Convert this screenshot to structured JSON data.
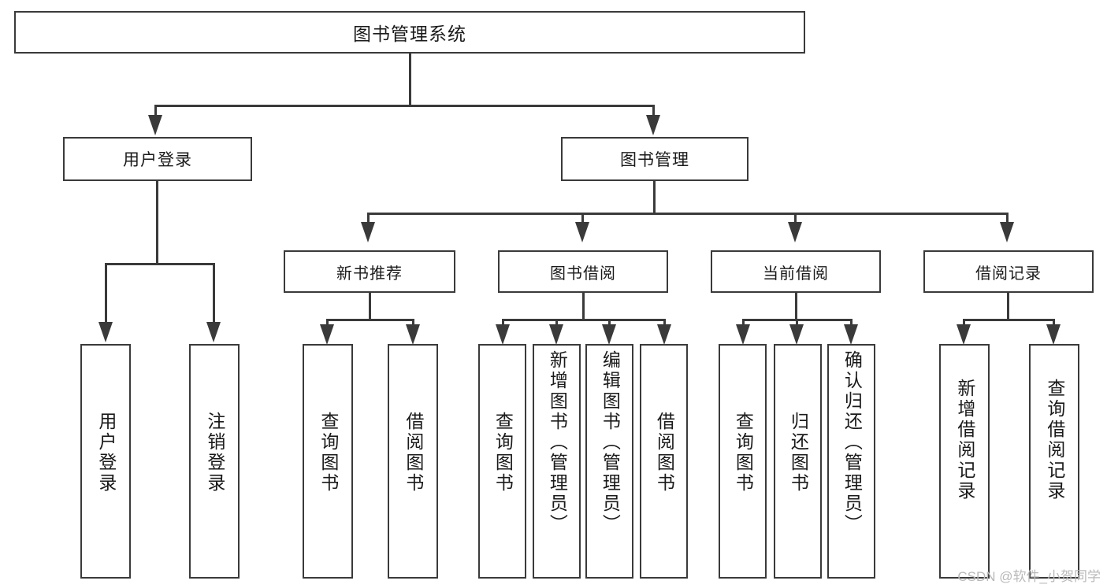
{
  "diagram": {
    "type": "hierarchy-tree",
    "root": {
      "label": "图书管理系统"
    },
    "level2": [
      {
        "label": "用户登录"
      },
      {
        "label": "图书管理"
      }
    ],
    "level3": [
      {
        "label": "新书推荐"
      },
      {
        "label": "图书借阅"
      },
      {
        "label": "当前借阅"
      },
      {
        "label": "借阅记录"
      }
    ],
    "leaves": {
      "user_login": [
        {
          "label": "用户登录"
        },
        {
          "label": "注销登录"
        }
      ],
      "new_book_recommend": [
        {
          "label": "查询图书"
        },
        {
          "label": "借阅图书"
        }
      ],
      "book_borrow": [
        {
          "label": "查询图书"
        },
        {
          "label": "新增图书（管理员）"
        },
        {
          "label": "编辑图书（管理员）"
        },
        {
          "label": "借阅图书"
        }
      ],
      "current_borrow": [
        {
          "label": "查询图书"
        },
        {
          "label": "归还图书"
        },
        {
          "label": "确认归还（管理员）"
        }
      ],
      "borrow_record": [
        {
          "label": "新增借阅记录"
        },
        {
          "label": "查询借阅记录"
        }
      ]
    }
  },
  "watermark": {
    "text": "CSDN @软件_小贺同学"
  },
  "colors": {
    "border": "#3a3a3a",
    "background": "#ffffff",
    "text": "#1a1a1a",
    "watermark": "#b9b9b9"
  }
}
